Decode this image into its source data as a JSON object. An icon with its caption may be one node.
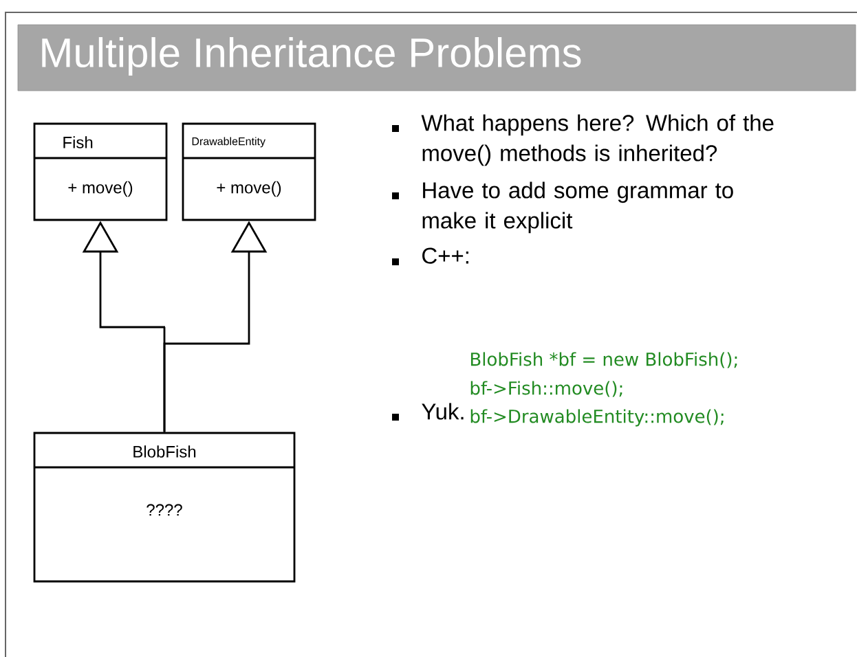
{
  "diagram": {
    "title": "Multiple Inheritance Problems",
    "nodes": [
      {
        "text": [
          "Fish",
          "+ move()"
        ]
      },
      {
        "text": [
          "DrawableEntity",
          "+ move()"
        ]
      },
      {
        "text": [
          "BlobFish",
          "????"
        ]
      }
    ],
    "edges": [
      {
        "from": 2,
        "to": 0,
        "arrow": "to"
      },
      {
        "from": 2,
        "to": 1,
        "arrow": "to"
      }
    ],
    "labels": [
      "What happens here? Which of the move() methods is inherited?",
      "Have to add some grammar to make it explicit",
      "C++:",
      "BlobFish *bf = new BlobFish();",
      "bf->Fish::move();",
      "Yuk.",
      "bf->DrawableEntity::move();"
    ]
  }
}
